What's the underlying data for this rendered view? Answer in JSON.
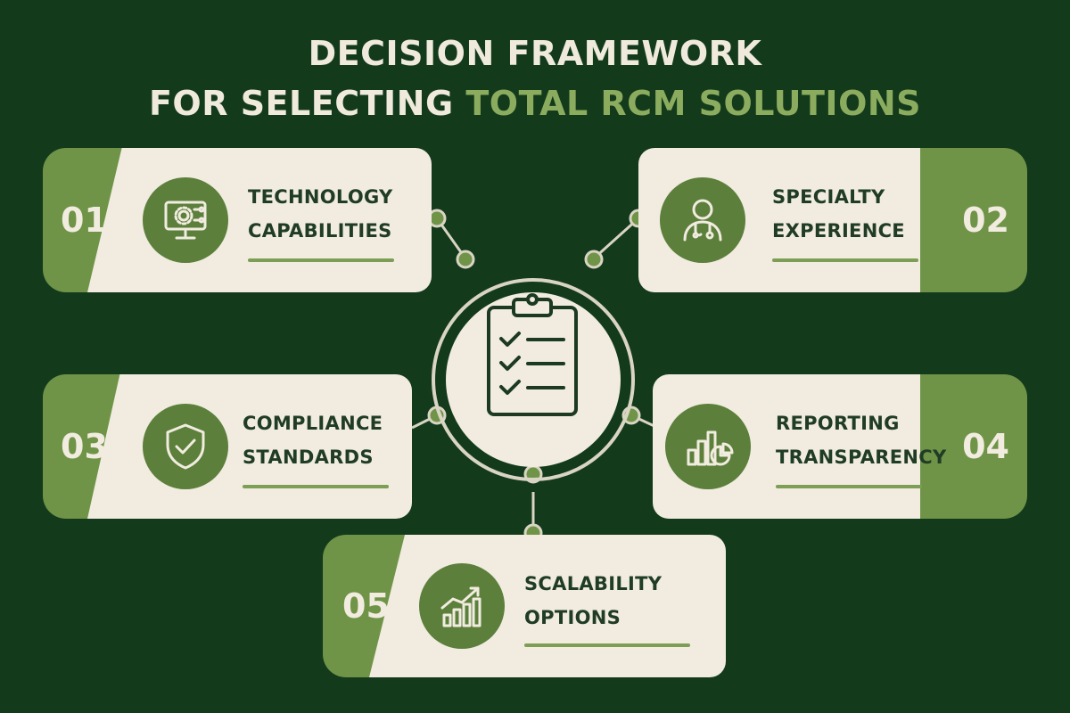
{
  "title": {
    "line1": "DECISION FRAMEWORK",
    "line2_prefix": "FOR SELECTING",
    "line2_accent": "TOTAL RCM SOLUTIONS"
  },
  "colors": {
    "background": "#133a1b",
    "card": "#f1ecdf",
    "accent": "#6f9447",
    "icon_circle": "#5c7f3c",
    "text_dark": "#203c25"
  },
  "items": [
    {
      "number": "01",
      "line1": "TECHNOLOGY",
      "line2": "CAPABILITIES",
      "icon": "computer-gear-icon"
    },
    {
      "number": "02",
      "line1": "SPECIALTY",
      "line2": "EXPERIENCE",
      "icon": "doctor-icon"
    },
    {
      "number": "03",
      "line1": "COMPLIANCE",
      "line2": "STANDARDS",
      "icon": "shield-check-icon"
    },
    {
      "number": "04",
      "line1": "REPORTING",
      "line2": "TRANSPARENCY",
      "icon": "bar-pie-chart-icon"
    },
    {
      "number": "05",
      "line1": "SCALABILITY",
      "line2": "OPTIONS",
      "icon": "growth-chart-icon"
    }
  ],
  "center": {
    "icon": "clipboard-checklist-icon"
  }
}
